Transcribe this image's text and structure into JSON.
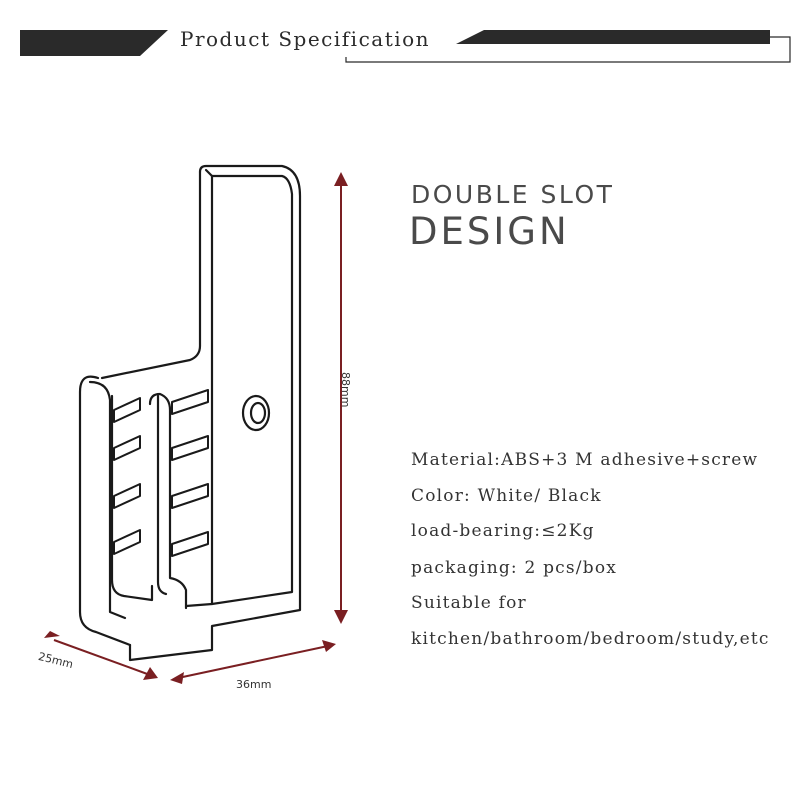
{
  "banner": {
    "title": "Product Specification"
  },
  "dimensions": {
    "height": "88mm",
    "depth": "25mm",
    "width": "36mm"
  },
  "heading": {
    "line1": "DOUBLE SLOT",
    "line2": "DESIGN"
  },
  "specs": [
    "Material:ABS+3 M adhesive+screw",
    "Color: White/ Black",
    "load-bearing:≤2Kg",
    "packaging: 2 pcs/box",
    "Suitable for",
    "kitchen/bathroom/bedroom/study,etc"
  ],
  "colors": {
    "banner_dark": "#2a2a2a",
    "arrow": "#7a1f22",
    "text": "#333333",
    "heading": "#4a4a4a"
  }
}
